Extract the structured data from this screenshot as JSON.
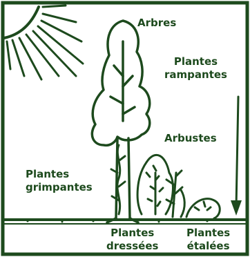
{
  "labels": {
    "arbres": "Arbres",
    "plantes_rampantes": [
      "Plantes",
      "rampantes"
    ],
    "arbustes": "Arbustes",
    "plantes_grimpantes": [
      "Plantes",
      "grimpantes"
    ],
    "plantes_dressees": [
      "Plantes",
      "dressées"
    ],
    "plantes_etalees": [
      "Plantes",
      "étalées"
    ]
  },
  "colors": {
    "ink": "#1d4a1d",
    "background": "#ffffff"
  }
}
